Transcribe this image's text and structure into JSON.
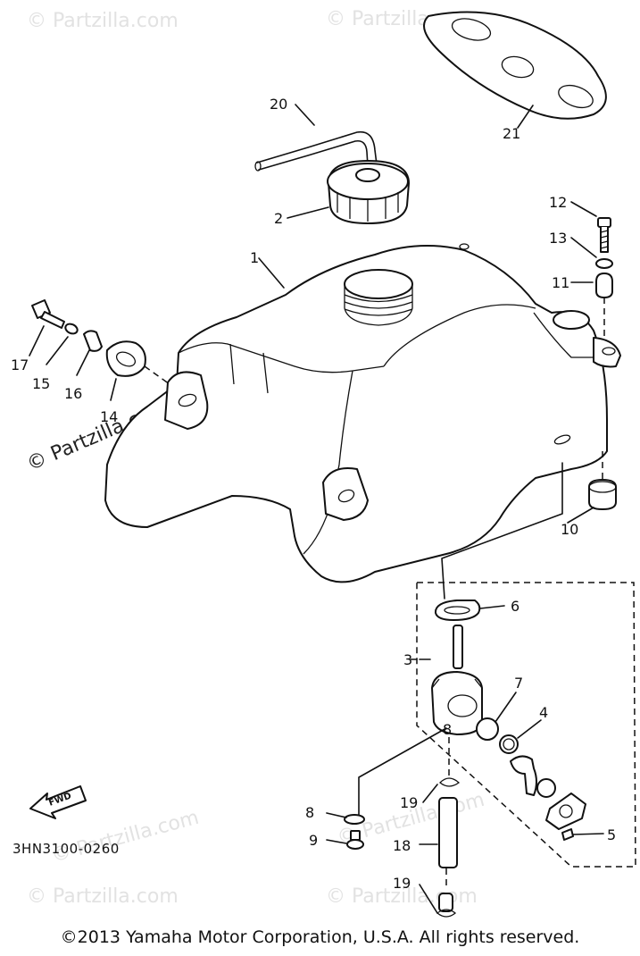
{
  "diagram": {
    "part_code": "3HN3100-0260",
    "direction_label": "FWD",
    "copyright": "©2013 Yamaha Motor Corporation, U.S.A. All rights reserved.",
    "watermark": "© Partzilla.com",
    "callouts": [
      {
        "id": "c1",
        "label": "1",
        "part": "fuel-tank"
      },
      {
        "id": "c2",
        "label": "2",
        "part": "fuel-tank-cap"
      },
      {
        "id": "c3",
        "label": "3",
        "part": "fuel-cock-assembly"
      },
      {
        "id": "c4",
        "label": "4",
        "part": "o-ring"
      },
      {
        "id": "c5",
        "label": "5",
        "part": "screw"
      },
      {
        "id": "c6",
        "label": "6",
        "part": "gasket"
      },
      {
        "id": "c7",
        "label": "7",
        "part": "lever"
      },
      {
        "id": "c8a",
        "label": "8",
        "part": "washer"
      },
      {
        "id": "c8b",
        "label": "8",
        "part": "washer"
      },
      {
        "id": "c9",
        "label": "9",
        "part": "drain-screw"
      },
      {
        "id": "c10",
        "label": "10",
        "part": "damper"
      },
      {
        "id": "c11",
        "label": "11",
        "part": "collar"
      },
      {
        "id": "c12",
        "label": "12",
        "part": "bolt"
      },
      {
        "id": "c13",
        "label": "13",
        "part": "washer"
      },
      {
        "id": "c14",
        "label": "14",
        "part": "damper"
      },
      {
        "id": "c15",
        "label": "15",
        "part": "washer"
      },
      {
        "id": "c16",
        "label": "16",
        "part": "collar"
      },
      {
        "id": "c17",
        "label": "17",
        "part": "bolt"
      },
      {
        "id": "c18",
        "label": "18",
        "part": "fuel-pipe"
      },
      {
        "id": "c19a",
        "label": "19",
        "part": "clip"
      },
      {
        "id": "c19b",
        "label": "19",
        "part": "clip"
      },
      {
        "id": "c20",
        "label": "20",
        "part": "breather-hose"
      },
      {
        "id": "c21",
        "label": "21",
        "part": "tank-pad"
      }
    ]
  }
}
